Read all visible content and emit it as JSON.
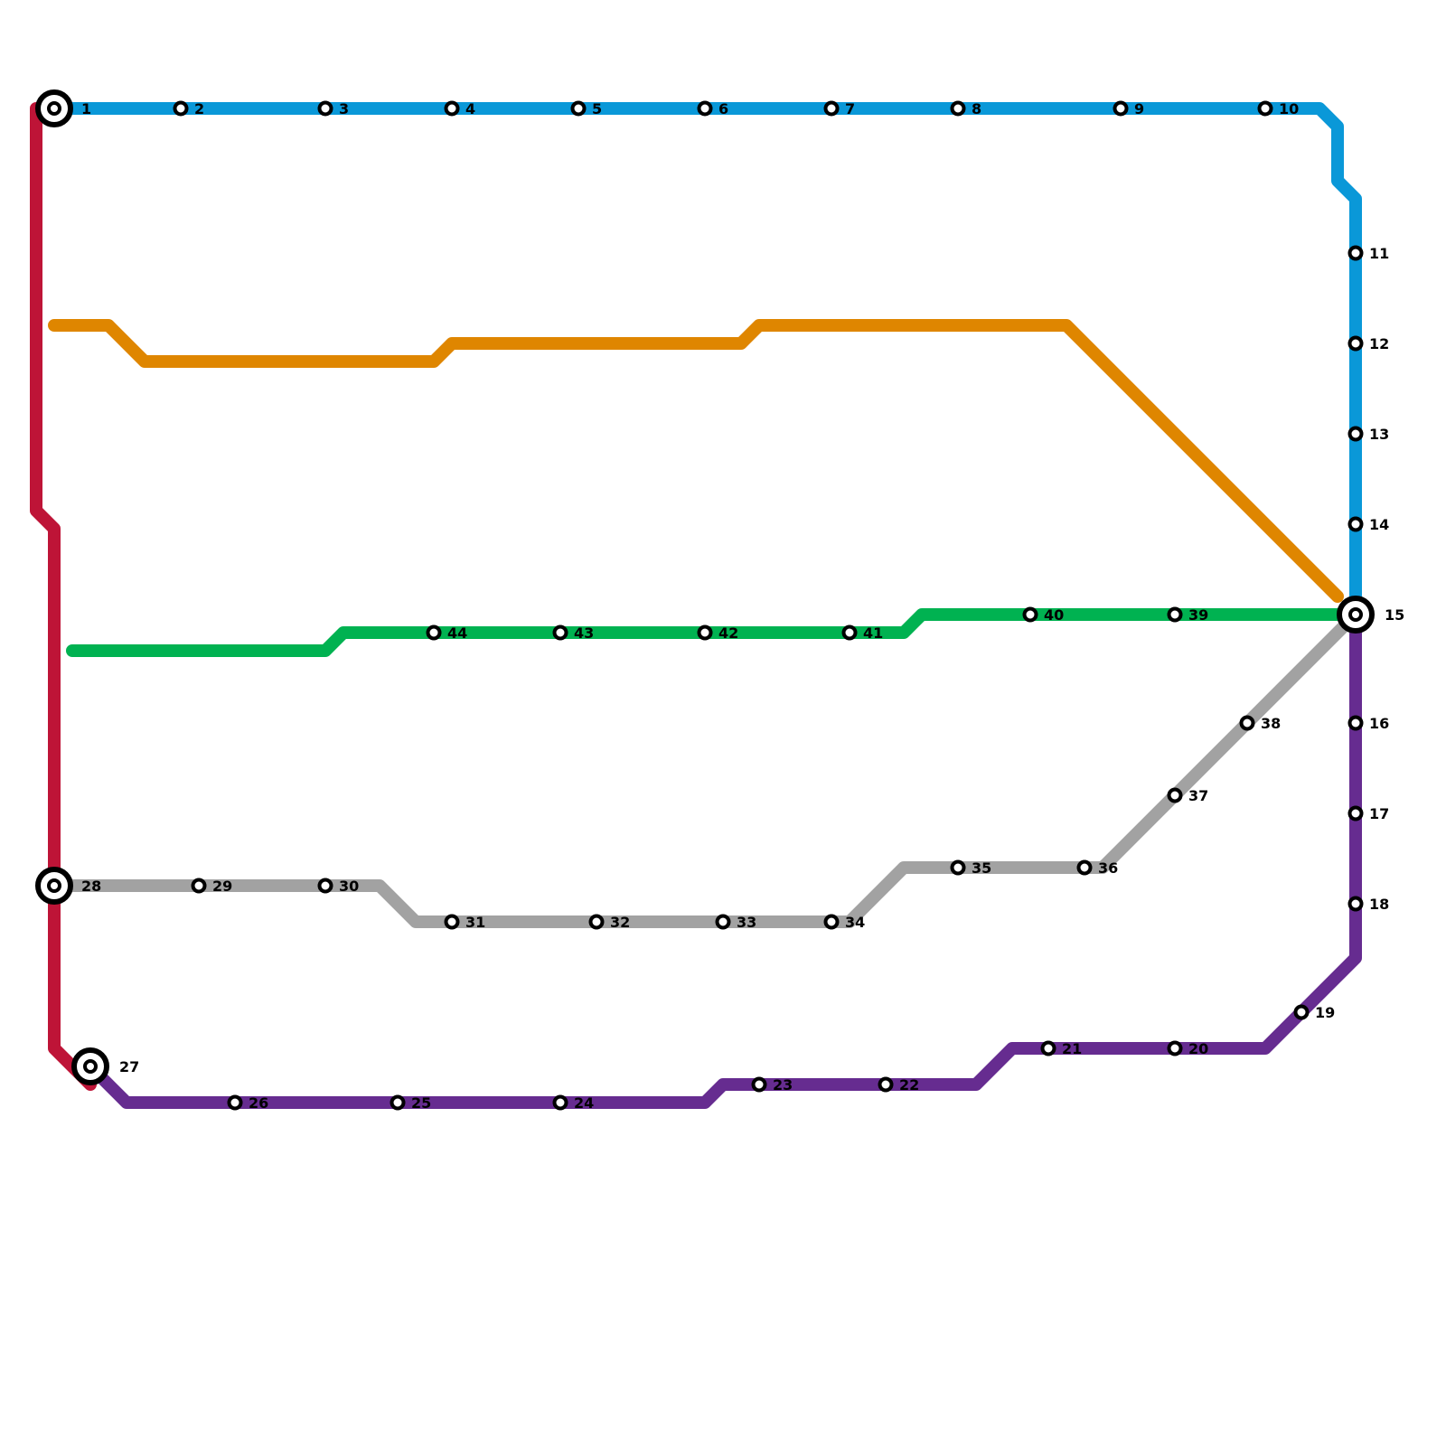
{
  "map": {
    "lines": [
      {
        "id": "red",
        "color": "#be1437"
      },
      {
        "id": "blue",
        "color": "#0a98d8"
      },
      {
        "id": "orange",
        "color": "#df8600"
      },
      {
        "id": "green",
        "color": "#00b251"
      },
      {
        "id": "gray",
        "color": "#a2a2a2"
      },
      {
        "id": "purple",
        "color": "#662c90"
      }
    ],
    "stations": [
      {
        "label": "1",
        "interchange": true
      },
      {
        "label": "2"
      },
      {
        "label": "3"
      },
      {
        "label": "4"
      },
      {
        "label": "5"
      },
      {
        "label": "6"
      },
      {
        "label": "7"
      },
      {
        "label": "8"
      },
      {
        "label": "9"
      },
      {
        "label": "10"
      },
      {
        "label": "11"
      },
      {
        "label": "12"
      },
      {
        "label": "13"
      },
      {
        "label": "14"
      },
      {
        "label": "15",
        "interchange": true
      },
      {
        "label": "16"
      },
      {
        "label": "17"
      },
      {
        "label": "18"
      },
      {
        "label": "19"
      },
      {
        "label": "20"
      },
      {
        "label": "21"
      },
      {
        "label": "22"
      },
      {
        "label": "23"
      },
      {
        "label": "24"
      },
      {
        "label": "25"
      },
      {
        "label": "26"
      },
      {
        "label": "27",
        "interchange": true
      },
      {
        "label": "28",
        "interchange": true
      },
      {
        "label": "29"
      },
      {
        "label": "30"
      },
      {
        "label": "31"
      },
      {
        "label": "32"
      },
      {
        "label": "33"
      },
      {
        "label": "34"
      },
      {
        "label": "35"
      },
      {
        "label": "36"
      },
      {
        "label": "37"
      },
      {
        "label": "38"
      },
      {
        "label": "39"
      },
      {
        "label": "40"
      },
      {
        "label": "41"
      },
      {
        "label": "42"
      },
      {
        "label": "43"
      },
      {
        "label": "44"
      }
    ]
  }
}
